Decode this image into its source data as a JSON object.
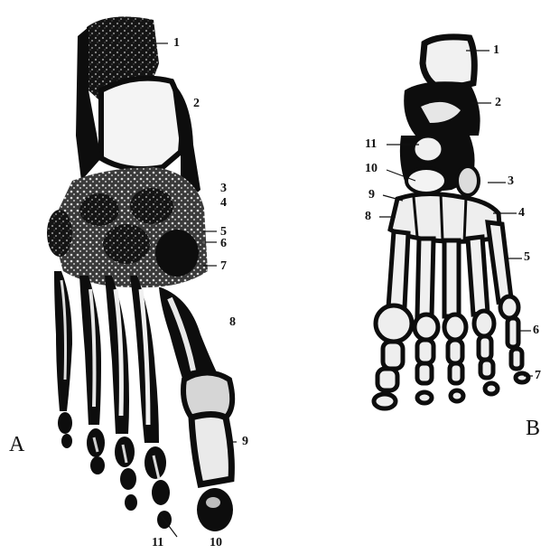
{
  "panels": [
    {
      "letter": "A",
      "labels": [
        "1",
        "2",
        "3",
        "4",
        "5",
        "6",
        "7",
        "8",
        "9",
        "10",
        "11"
      ]
    },
    {
      "letter": "B",
      "labels": [
        "1",
        "2",
        "3",
        "4",
        "5",
        "6",
        "7",
        "8",
        "9",
        "10",
        "11"
      ]
    }
  ],
  "colors": {
    "background": "#ffffff",
    "bone_dark": "#0d0d0d",
    "bone_light": "#f2f2f2",
    "bone_mid": "#9a9a9a"
  }
}
